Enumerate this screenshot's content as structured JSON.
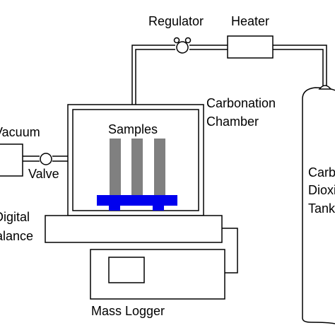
{
  "labels": {
    "regulator": "Regulator",
    "heater": "Heater",
    "vacuum": "Vacuum",
    "valve": "Valve",
    "carbonation_line1": "Carbonation",
    "carbonation_line2": "Chamber",
    "samples": "Samples",
    "digital_line1": "Digital",
    "digital_line2": "Balance",
    "tank_line1": "Carbon",
    "tank_line2": "Dioxide",
    "tank_line3": "Tank",
    "mass_logger": "Mass Logger"
  },
  "colors": {
    "samples": "#808080",
    "sample_base": "#0000ee",
    "line": "#000000",
    "background": "#ffffff"
  }
}
